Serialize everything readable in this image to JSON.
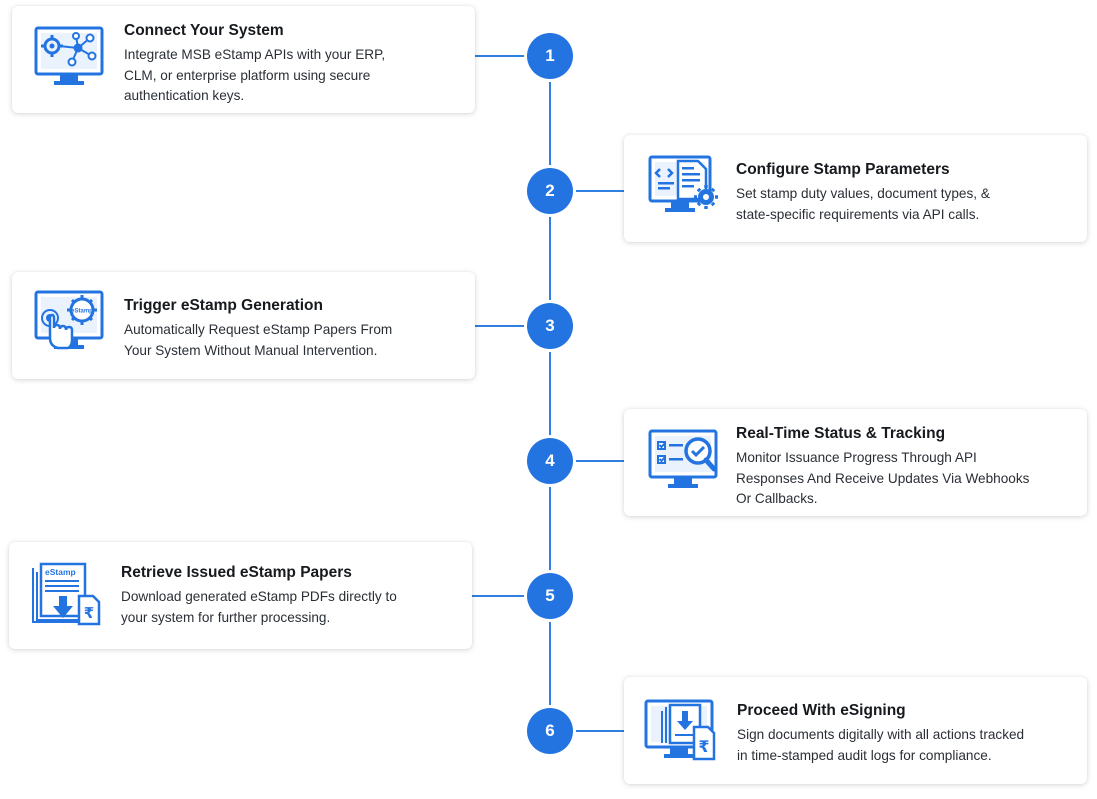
{
  "steps": [
    {
      "number": "1",
      "title": "Connect Your System",
      "lines": [
        "Integrate MSB eStamp APIs with your ERP,",
        "CLM, or enterprise platform using secure",
        "authentication keys."
      ],
      "icon": "network-monitor-icon"
    },
    {
      "number": "2",
      "title": "Configure Stamp Parameters",
      "lines": [
        "Set stamp duty values, document types, &",
        "state-specific requirements via API calls."
      ],
      "icon": "code-document-gear-icon"
    },
    {
      "number": "3",
      "title": "Trigger eStamp Generation",
      "lines": [
        "Automatically Request eStamp Papers From",
        "Your System Without Manual Intervention."
      ],
      "icon": "touch-estamp-icon",
      "icon_label": "eStamp"
    },
    {
      "number": "4",
      "title": "Real-Time Status & Tracking",
      "lines": [
        "Monitor Issuance Progress Through API",
        "Responses And Receive Updates Via Webhooks",
        "Or Callbacks."
      ],
      "icon": "checklist-magnifier-icon"
    },
    {
      "number": "5",
      "title": "Retrieve Issued eStamp Papers",
      "lines": [
        "Download generated eStamp PDFs directly to",
        "your system for further processing."
      ],
      "icon": "estamp-download-icon",
      "icon_label": "eStamp"
    },
    {
      "number": "6",
      "title": "Proceed With eSigning",
      "lines": [
        "Sign documents digitally with all actions tracked",
        "in time-stamped audit logs for compliance."
      ],
      "icon": "monitor-document-rupee-icon"
    }
  ],
  "colors": {
    "accent": "#2374e1",
    "line": "#2f7fe0",
    "text": "#16191d"
  }
}
